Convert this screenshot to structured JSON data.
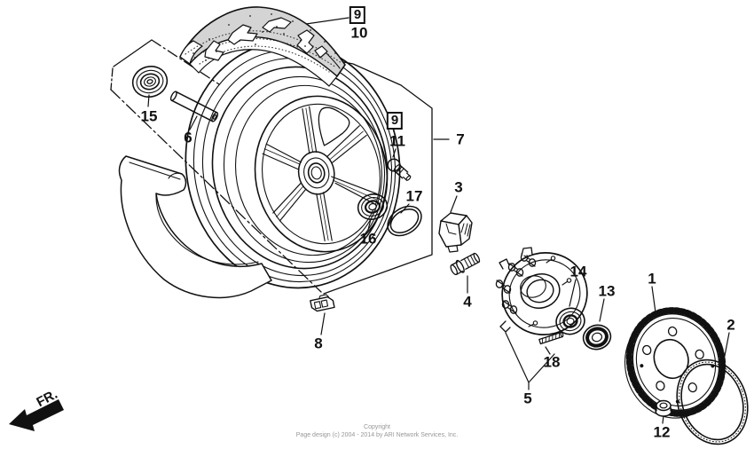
{
  "callouts": {
    "p1": "1",
    "p2": "2",
    "p3": "3",
    "p4": "4",
    "p5": "5",
    "p6": "6",
    "p7": "7",
    "p8": "8",
    "ref9_top": "9",
    "p10": "10",
    "ref9_side": "9",
    "p11": "11",
    "p12": "12",
    "p13": "13",
    "p14": "14",
    "p15": "15",
    "p16": "16",
    "p17": "17",
    "p18": "18"
  },
  "orientation": {
    "front_arrow_label": "FR."
  },
  "footer": {
    "line1": "Copyright",
    "line2": "Page design (c) 2004 - 2014 by ARI Network Services, Inc."
  }
}
